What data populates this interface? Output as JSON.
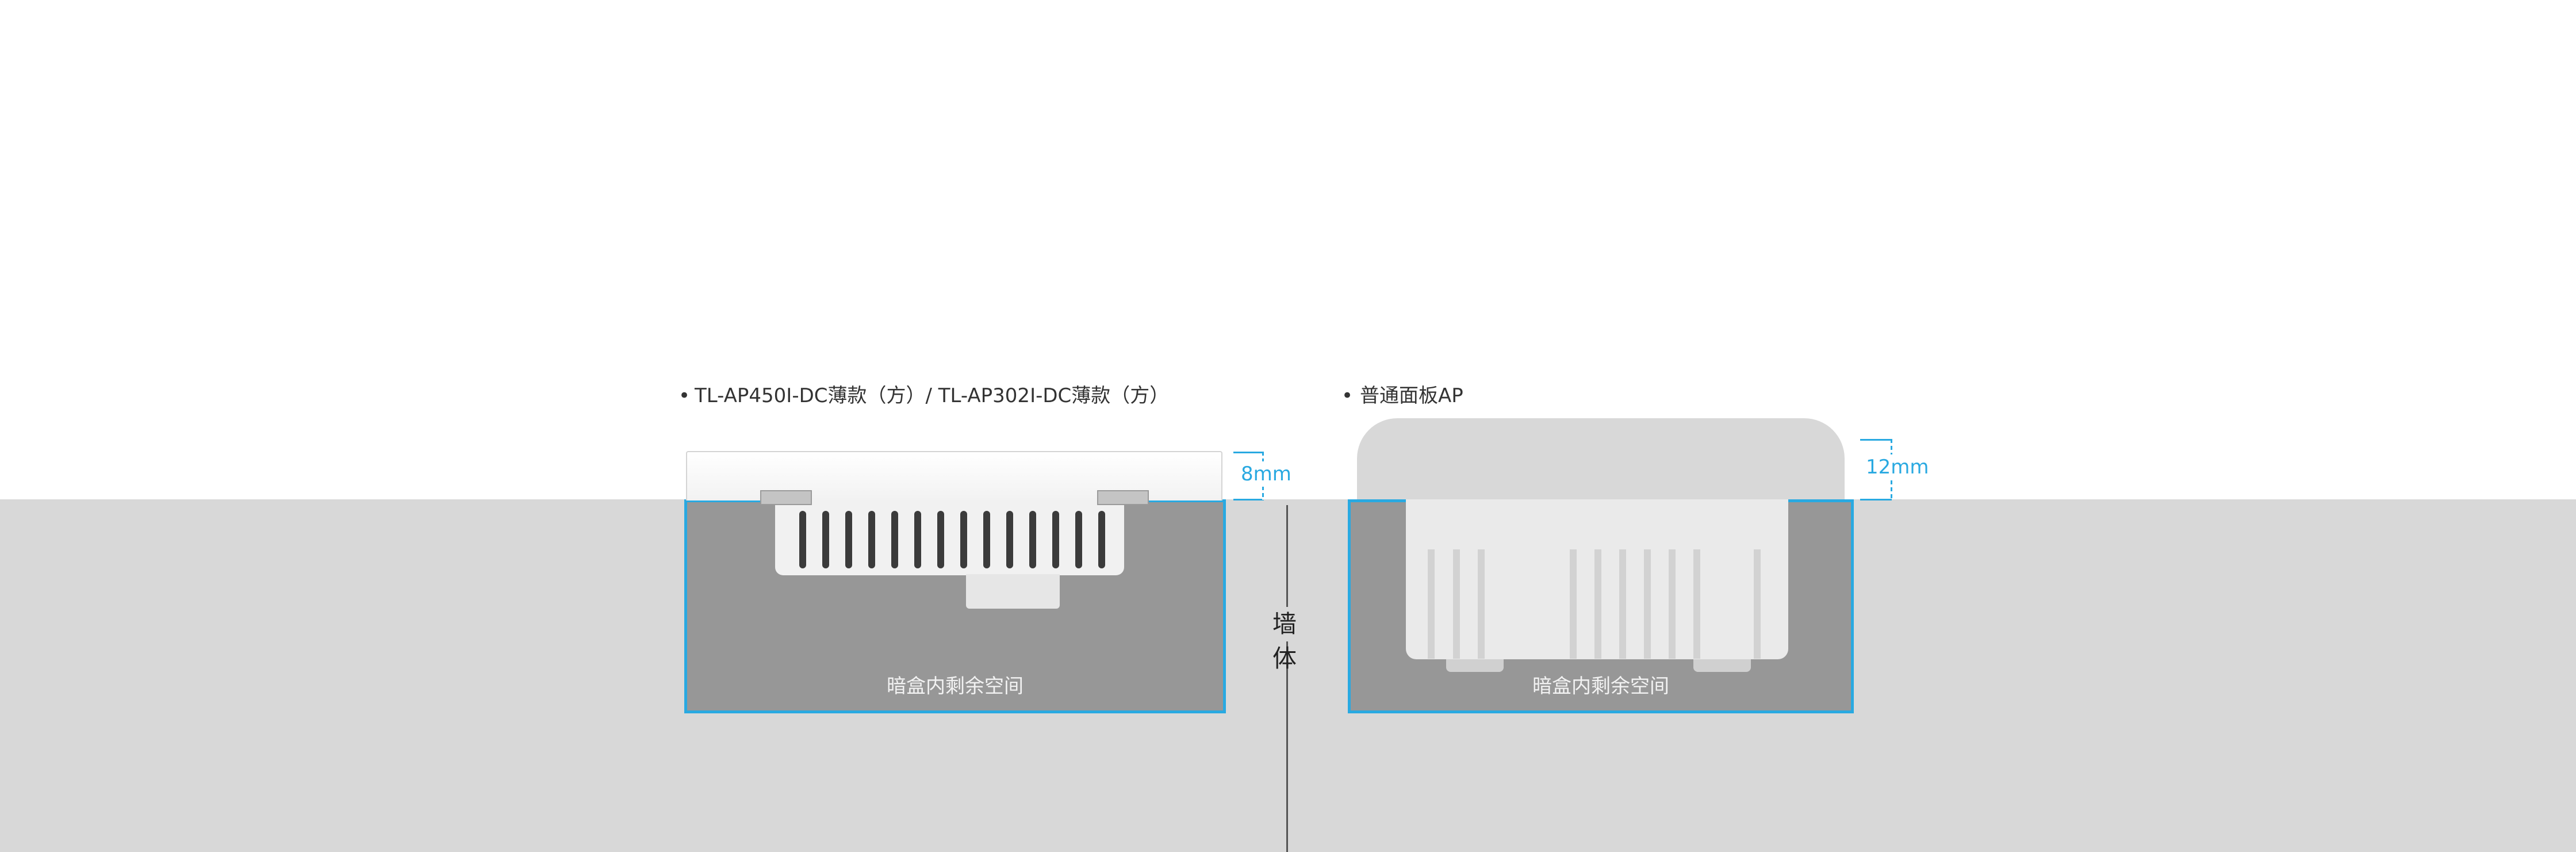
{
  "colors": {
    "wall": "#d8d8d8",
    "box_fill": "#979797",
    "accent": "#29a9e1",
    "divider": "#555555"
  },
  "wall_label": "墙 体",
  "left": {
    "bullet": "•",
    "title": "TL-AP450I-DC薄款（方）/ TL-AP302I-DC薄款（方）",
    "dimension": "8mm",
    "box_label": "暗盒内剩余空间"
  },
  "right": {
    "bullet": "•",
    "title": "普通面板AP",
    "dimension": "12mm",
    "box_label": "暗盒内剩余空间"
  }
}
